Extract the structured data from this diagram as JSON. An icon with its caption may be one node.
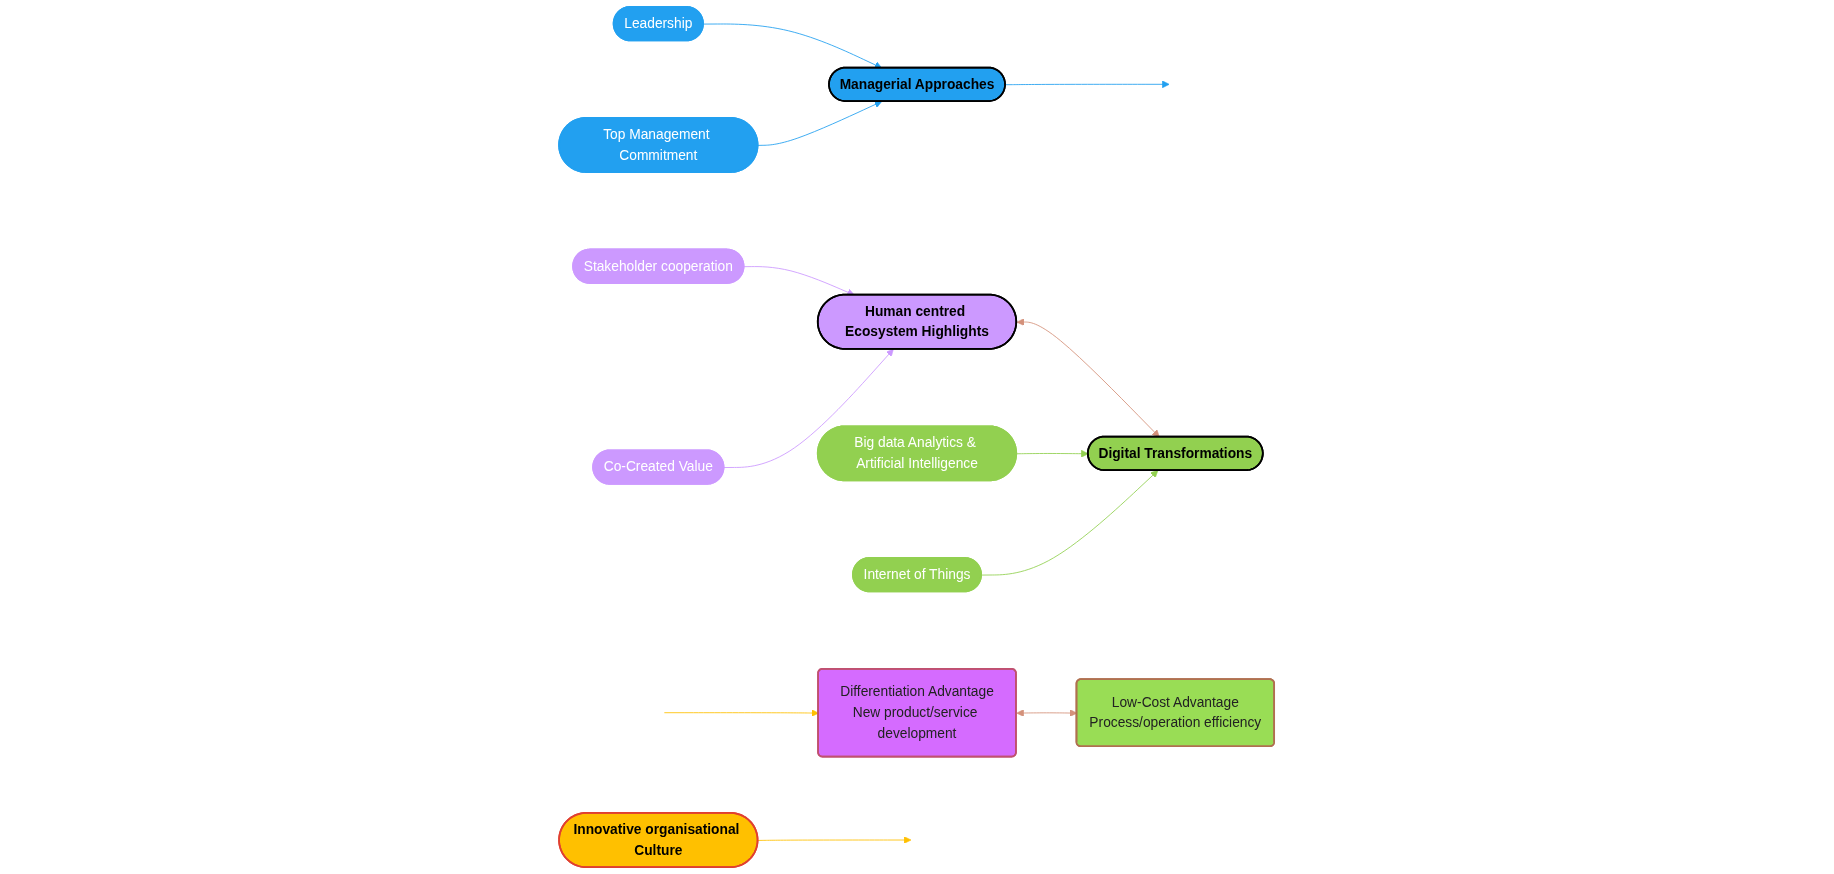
{
  "diagram": {
    "nodes": [
      {
        "text": [
          "Leadership"
        ]
      },
      {
        "text": [
          "Top Management Commitment"
        ]
      },
      {
        "text": [
          "Managerial Approaches"
        ]
      },
      {
        "text": [
          "Stakeholder cooperation"
        ]
      },
      {
        "text": [
          "Co-Created Value"
        ]
      },
      {
        "text": [
          "Human centred Ecosystem Highlights"
        ]
      },
      {
        "text": [
          "Innovative organisational Culture"
        ]
      },
      {
        "text": [
          "Differentiation Advantage",
          "New product/service development"
        ]
      },
      {
        "text": [
          "Digital Transformations"
        ]
      },
      {
        "text": [
          "Big data Analytics & Artificial Intelligence"
        ]
      },
      {
        "text": [
          "Internet of Things"
        ]
      },
      {
        "text": [
          "Low-Cost Advantage",
          "Process/operation efficiency"
        ]
      }
    ],
    "edges": [
      {
        "from": 0,
        "to": 2,
        "arrow": "to",
        "color": "#22a0f0"
      },
      {
        "from": 1,
        "to": 2,
        "arrow": "to",
        "color": "#22a0f0"
      },
      {
        "from": 2,
        "to": null,
        "arrow": "to",
        "color": "#22a0f0"
      },
      {
        "from": 6,
        "to": null,
        "arrow": "to",
        "color": "#ffc000"
      },
      {
        "from": 3,
        "to": 5,
        "arrow": "to",
        "color": "#cc99ff"
      },
      {
        "from": 4,
        "to": 5,
        "arrow": "to",
        "color": "#cc99ff"
      },
      {
        "from": 5,
        "to": 8,
        "arrow": "both",
        "color": "#d4917a"
      },
      {
        "from": null,
        "to": 7,
        "arrow": "to",
        "color": "#ffc000"
      },
      {
        "from": 7,
        "to": 11,
        "arrow": "both",
        "color": "#d4917a"
      },
      {
        "from": 9,
        "to": 8,
        "arrow": "to",
        "color": "#92d050"
      },
      {
        "from": 10,
        "to": 8,
        "arrow": "to",
        "color": "#92d050"
      }
    ]
  }
}
